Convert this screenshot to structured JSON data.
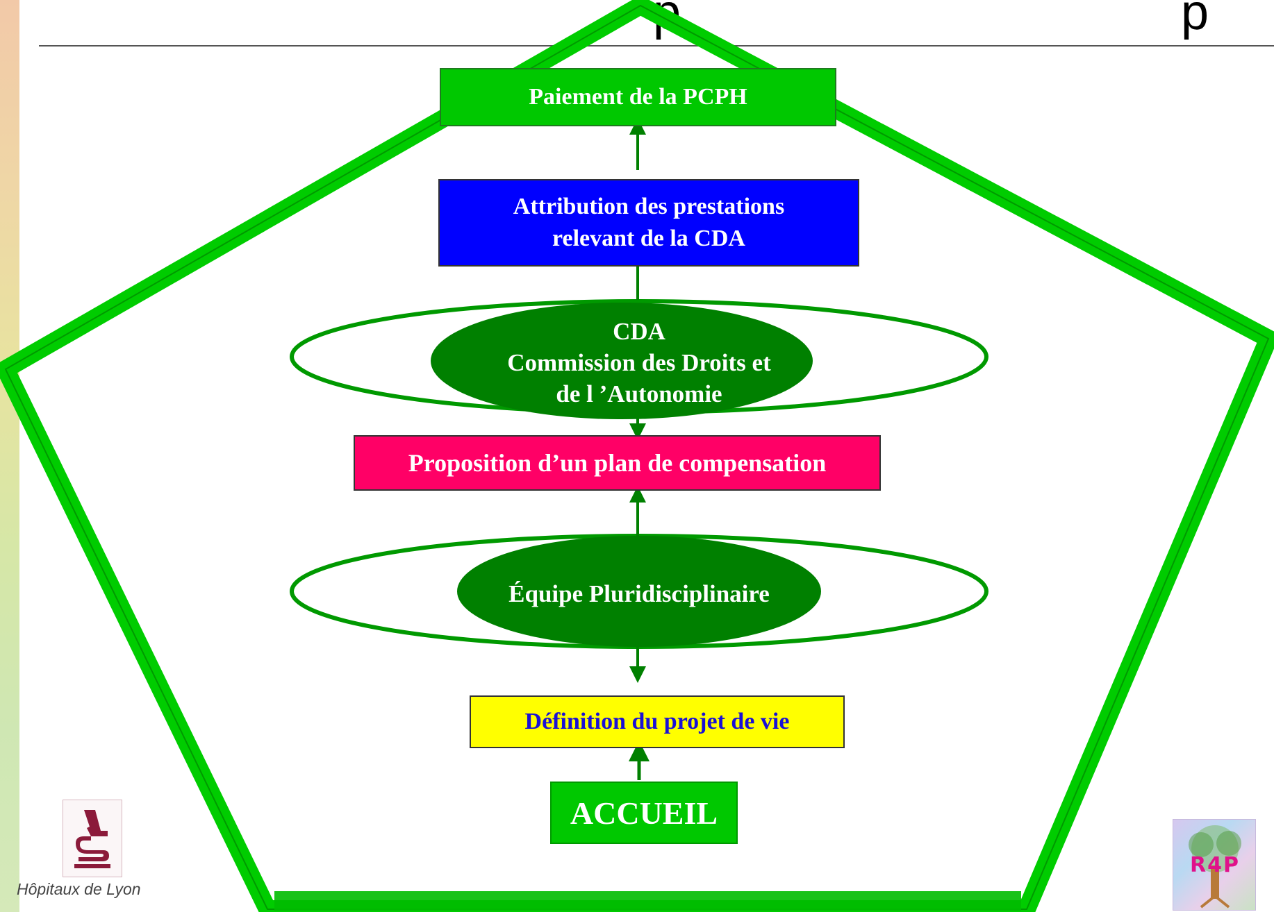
{
  "header": {
    "title_fragment": "p"
  },
  "diagram": {
    "boxes": {
      "pcph": "Paiement de la PCPH",
      "attribution_line1": "Attribution des prestations",
      "attribution_line2": "relevant de la CDA",
      "proposition": "Proposition d’un plan de compensation",
      "projet_de_vie": "Définition du projet de vie",
      "accueil": "ACCUEIL"
    },
    "ovals": {
      "cda_line1": "CDA",
      "cda_line2": "Commission des Droits et",
      "cda_line3": "de l ’Autonomie",
      "equipe": "Équipe Pluridisciplinaire"
    },
    "colors": {
      "pentagon": "#00cc00",
      "pcph": "#00c800",
      "attribution": "#0000ff",
      "proposition": "#ff0066",
      "projet": "#ffff00",
      "accueil": "#00c800",
      "oval": "#008000",
      "arrow": "#008000"
    }
  },
  "footer": {
    "hcl_logo_text": "Hôpitaux de Lyon",
    "r4p_logo_text": "R4P"
  }
}
